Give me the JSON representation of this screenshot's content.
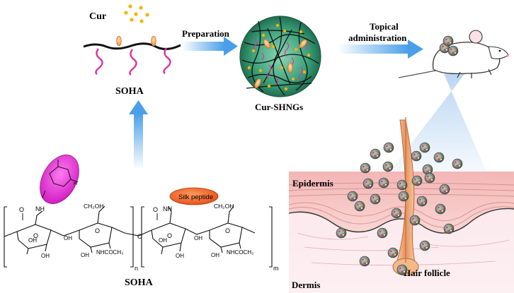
{
  "labels": {
    "cur": "Cur",
    "soha_top": "SOHA",
    "preparation": "Preparation",
    "nanogel": "Cur-SHNGs",
    "topical_line1": "Topical",
    "topical_line2": "administration",
    "epidermis": "Epidermis",
    "dermis": "Dermis",
    "hair_follicle": "Hair follicle",
    "soha_bottom": "SOHA"
  },
  "structure": {
    "silk_peptide": "Silk peptide",
    "subscript_n": "n",
    "subscript_m": "m",
    "atoms": {
      "O": "O",
      "NH": "NH",
      "H": "H",
      "OH": "OH",
      "CH2OH": "CH₂OH",
      "NHCOCH3": "NHCOCH₃"
    }
  },
  "colors": {
    "arrow": "#4a9fe8",
    "curcumin_dot": "#f5b400",
    "pink_chain": "#e0309a",
    "orange_capsule": "#f28a3a",
    "nanogel": "#2f8f6b",
    "skin_pink": "#f6c7c7",
    "dermis_pink": "#fbe1e6",
    "magenta_oval": "#ee3bd9",
    "silk_oval": "#f0682a",
    "hair": "#e8a06e"
  }
}
